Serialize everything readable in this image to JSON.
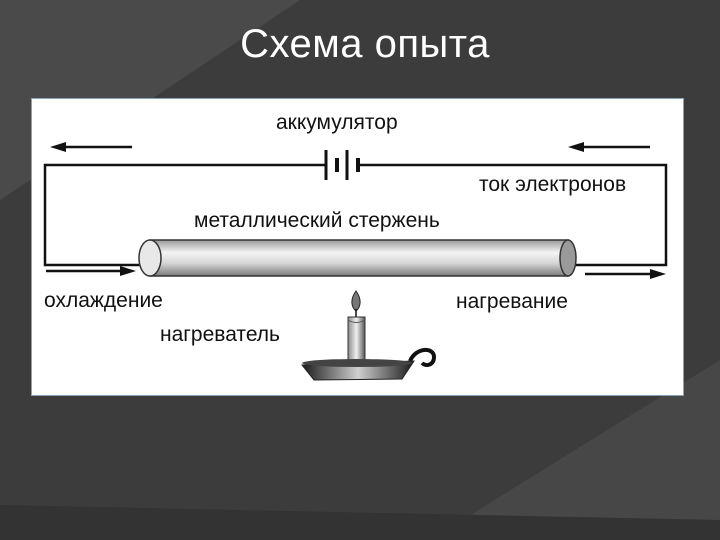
{
  "slide": {
    "title": "Схема опыта"
  },
  "diagram": {
    "battery_label": "аккумулятор",
    "electron_current_label": "ток электронов",
    "rod_label": "металлический стержень",
    "cooling_label": "охлаждение",
    "heating_label": "нагревание",
    "heater_label": "нагреватель"
  },
  "colors": {
    "background": "#3c3c3c",
    "panel": "#ffffff",
    "title_text": "#ffffff",
    "panel_border": "#8aa2b8"
  }
}
